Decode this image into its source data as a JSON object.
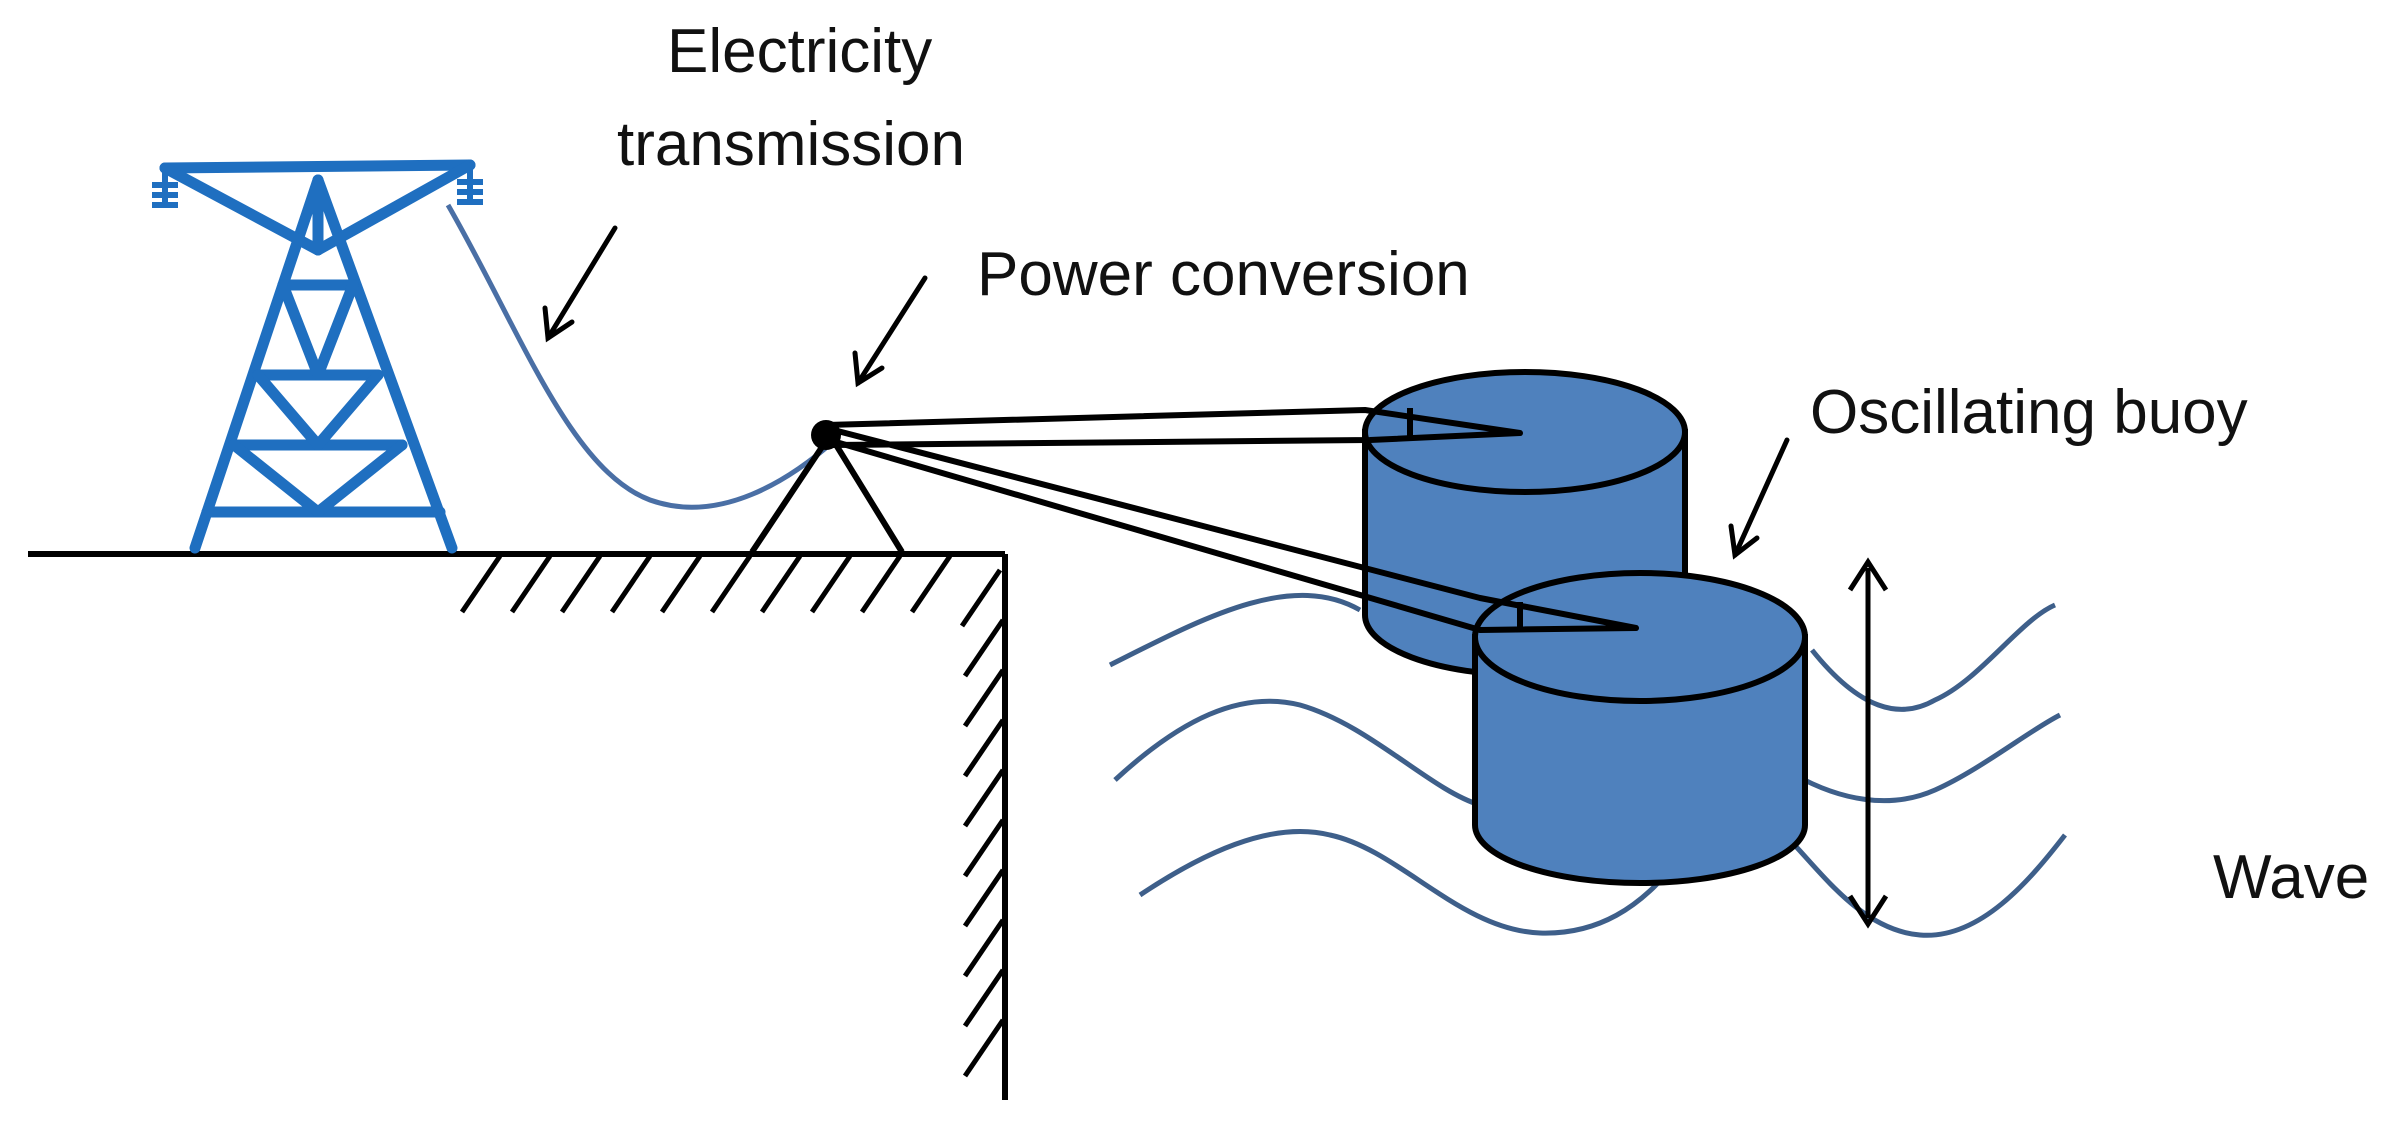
{
  "labels": {
    "electricity_line1": "Electricity",
    "electricity_line2": "transmission",
    "power_conversion": "Power conversion",
    "oscillating_buoy": "Oscillating buoy",
    "wave": "Wave"
  },
  "colors": {
    "tower": "#1f6fc0",
    "cable": "#4a6fa5",
    "buoy_fill": "#4f81bd",
    "wave": "#3e5f8a",
    "ink": "#000000"
  },
  "icons": [
    "transmission-tower-icon",
    "buoy-icon",
    "pivot-icon"
  ]
}
